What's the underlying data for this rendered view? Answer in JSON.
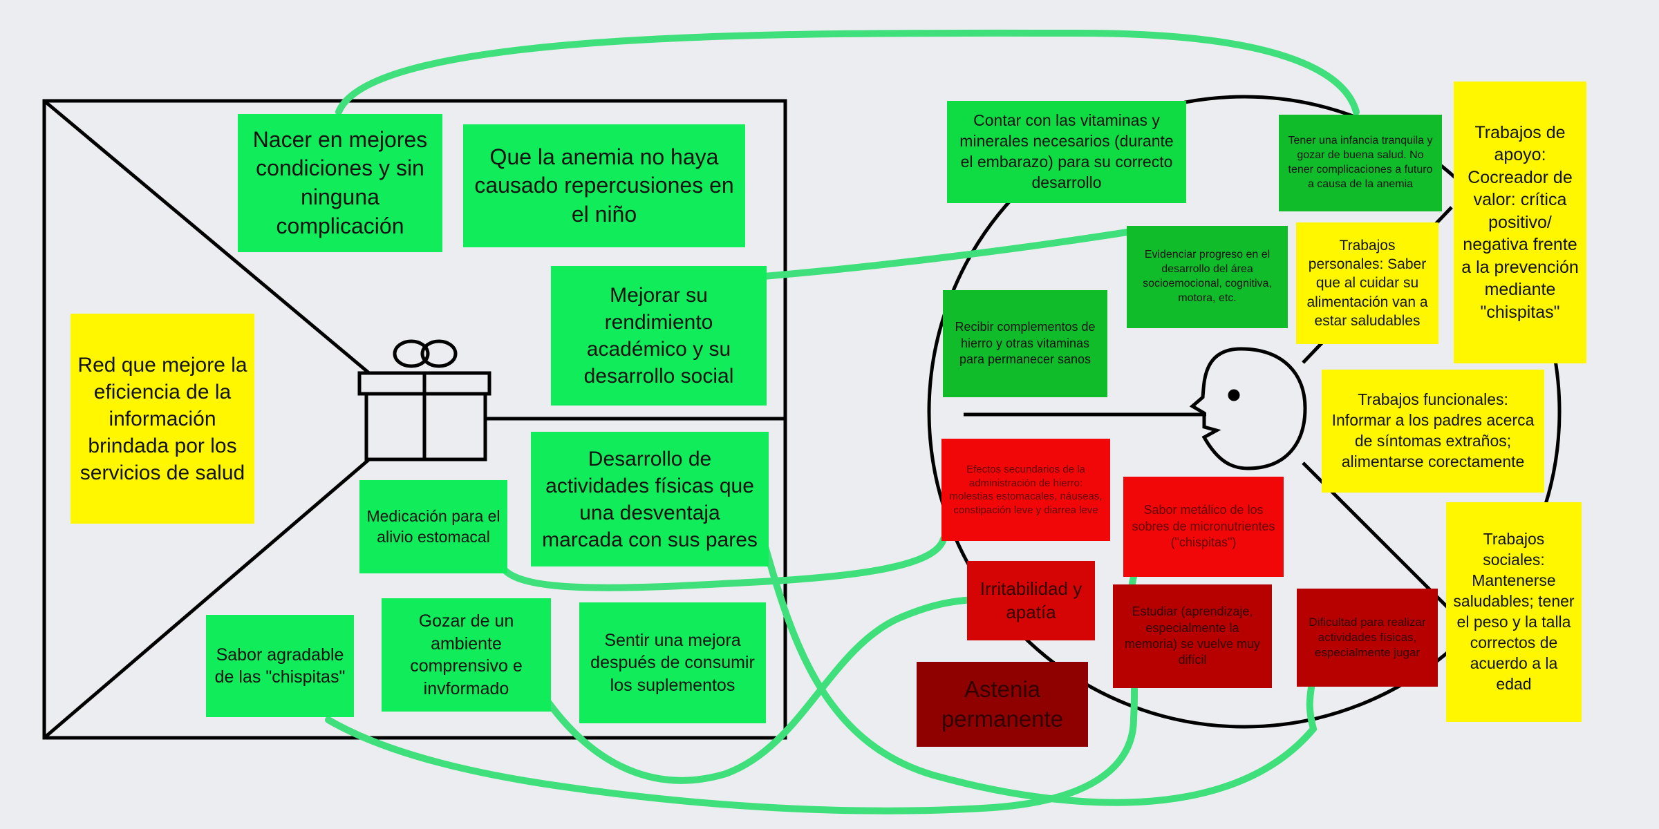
{
  "colors": {
    "background": "#ecedf0",
    "connector": "#3fe07b",
    "canvas_border": "#000000",
    "sticky_green": "#11ec5a",
    "sticky_green_dark": "#11bc2a",
    "sticky_yellow": "#fff700",
    "sticky_red": "#f10707",
    "sticky_red_dark": "#8f0000"
  },
  "icons": {
    "value_map": "gift-icon",
    "customer_profile": "customer-face-icon"
  },
  "value_map": {
    "products_services": "Red que mejore la eficiencia de la información brindada por los servicios de salud",
    "gain_creators": [
      "Nacer en mejores condiciones y sin ninguna complicación",
      "Que la anemia no haya causado repercusiones en el niño",
      "Mejorar su rendimiento académico y su desarrollo social"
    ],
    "pain_relievers": [
      "Medicación para el alivio estomacal",
      "Desarrollo de actividades físicas que una desventaja marcada con sus pares",
      "Sabor agradable de las \"chispitas\"",
      "Gozar de un ambiente comprensivo e invformado",
      "Sentir una mejora después de consumir los suplementos"
    ]
  },
  "customer_profile": {
    "gains": [
      "Contar con las vitaminas y minerales necesarios (durante el embarazo) para su correcto desarrollo",
      "Tener una infancia tranquila y gozar de buena salud. No tener complicaciones a futuro a causa de la anemia",
      "Evidenciar progreso en el desarrollo del área socioemocional, cognitiva, motora, etc.",
      "Recibir complementos de hierro y otras vitaminas para permanecer sanos"
    ],
    "pains": [
      "Efectos secundarios de la administración de hierro: molestias estomacales, náuseas, constipación leve y diarrea leve",
      "Sabor metálico de los sobres de micronutrientes (\"chispitas\")",
      "Irritabilidad y apatía",
      "Estudiar (aprendizaje, especialmente la memoria) se vuelve muy difícil",
      "Dificultad para realizar actividades físicas, especialmente jugar",
      "Astenia permanente"
    ],
    "jobs": [
      "Trabajos de apoyo: Cocreador de valor: crítica positivo/ negativa frente a la prevención mediante \"chispitas\"",
      "Trabajos personales: Saber que al cuidar su alimentación van a estar saludables",
      "Trabajos funcionales: Informar a los padres acerca de síntomas extraños; alimentarse corectamente",
      "Trabajos sociales: Mantenerse saludables; tener el peso y la talla correctos de acuerdo a la edad"
    ]
  }
}
